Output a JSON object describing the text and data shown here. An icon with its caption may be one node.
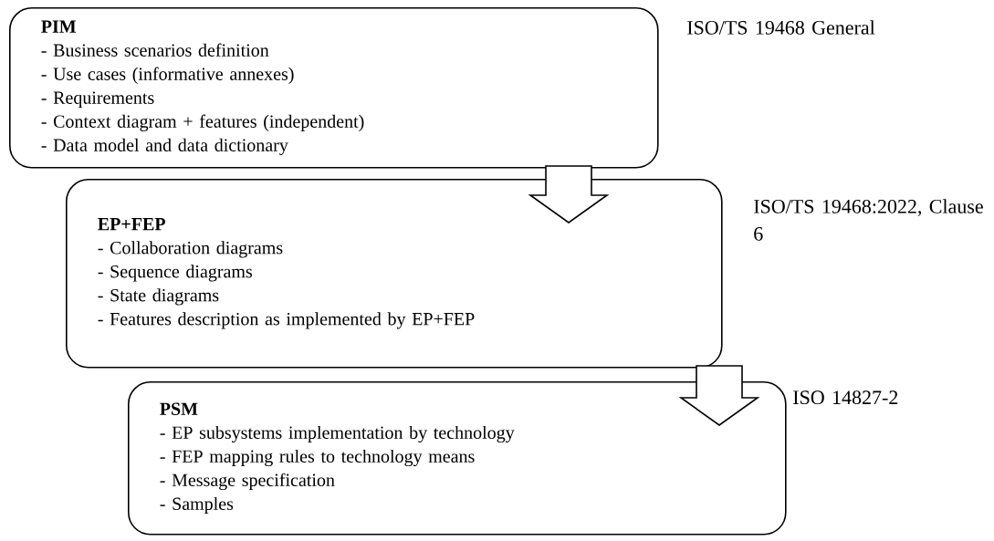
{
  "diagram": {
    "nodes": [
      {
        "text": [
          "PIM",
          "- Business scenarios definition",
          "- Use cases (informative annexes)",
          "- Requirements",
          "- Context diagram + features (independent)",
          "- Data model and data dictionary"
        ],
        "beside": [
          "ISO/TS 19468 General"
        ]
      },
      {
        "text": [
          "EP+FEP",
          "- Collaboration diagrams",
          "- Sequence diagrams",
          "- State diagrams",
          "- Features description as implemented by EP+FEP"
        ],
        "beside": [
          "ISO/TS 19468:2022, Clause 6"
        ]
      },
      {
        "text": [
          "PSM",
          "- EP subsystems implementation by technology",
          "- FEP mapping rules to technology means",
          "- Message specification",
          "- Samples"
        ],
        "beside": [
          "ISO 14827-2"
        ]
      }
    ],
    "edges": [
      {
        "from": 0,
        "to": 1,
        "arrow": "to"
      },
      {
        "from": 1,
        "to": 2,
        "arrow": "to"
      }
    ]
  }
}
